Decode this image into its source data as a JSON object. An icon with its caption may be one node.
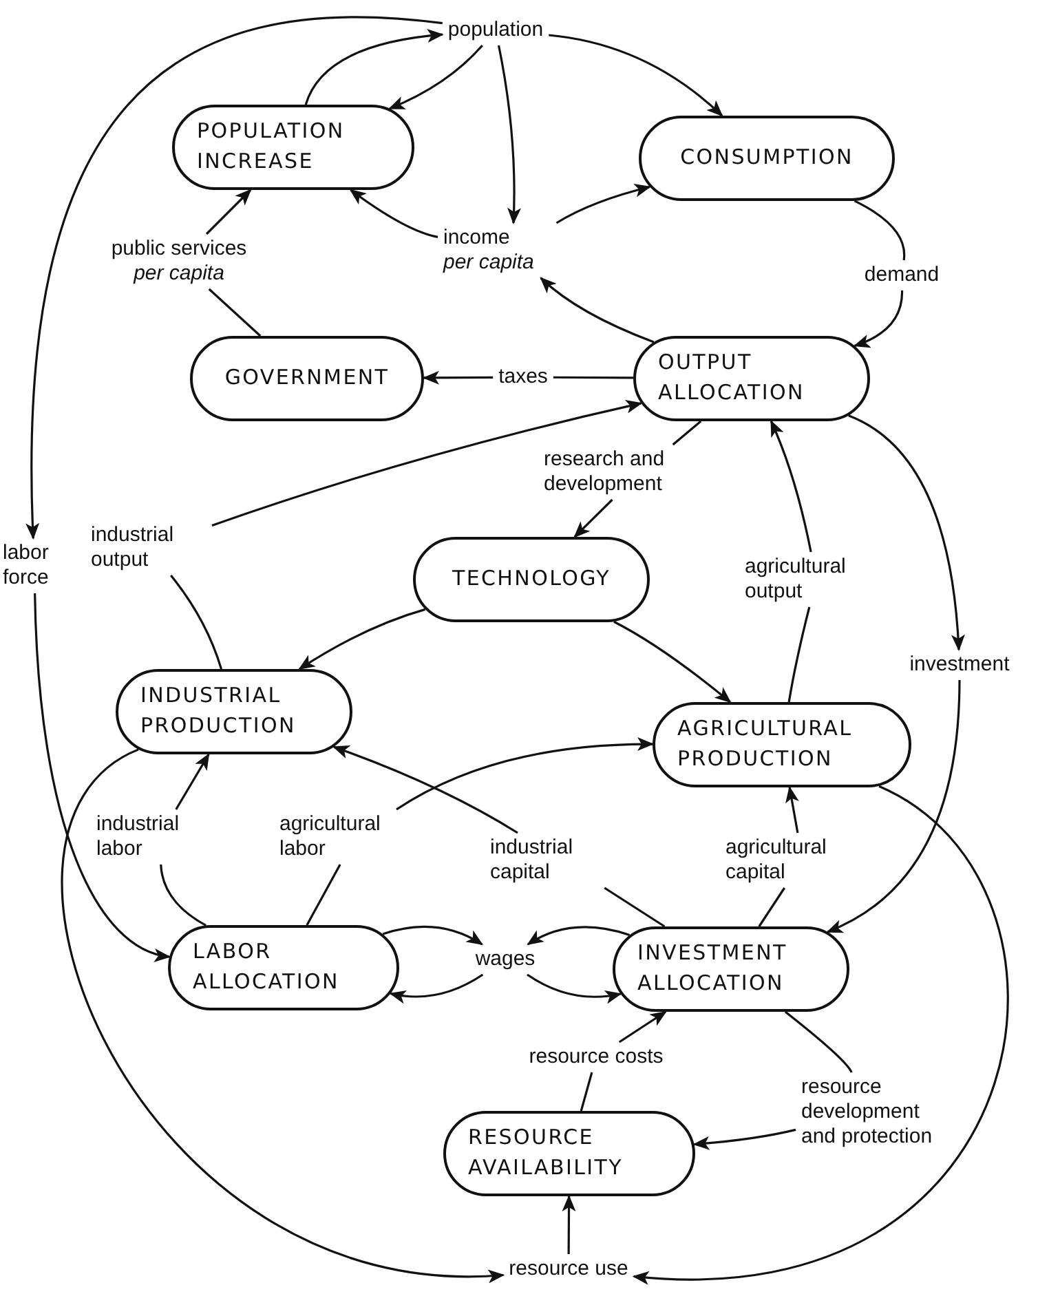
{
  "diagram": {
    "nodes": [
      {
        "text": [
          "population"
        ]
      },
      {
        "text": [
          "POPULATION INCREASE"
        ]
      },
      {
        "text": [
          "CONSUMPTION"
        ]
      },
      {
        "text": [
          "public services *per capita*"
        ]
      },
      {
        "text": [
          "income *per capita*"
        ]
      },
      {
        "text": [
          "demand"
        ]
      },
      {
        "text": [
          "GOVERNMENT"
        ]
      },
      {
        "text": [
          "taxes"
        ]
      },
      {
        "text": [
          "OUTPUT ALLOCATION"
        ]
      },
      {
        "text": [
          "research and development"
        ]
      },
      {
        "text": [
          "industrial output"
        ]
      },
      {
        "text": [
          "labor force"
        ]
      },
      {
        "text": [
          "TECHNOLOGY"
        ]
      },
      {
        "text": [
          "agricultural output"
        ]
      },
      {
        "text": [
          "investment"
        ]
      },
      {
        "text": [
          "INDUSTRIAL PRODUCTION"
        ]
      },
      {
        "text": [
          "AGRICULTURAL PRODUCTION"
        ]
      },
      {
        "text": [
          "industrial labor"
        ]
      },
      {
        "text": [
          "agricultural labor"
        ]
      },
      {
        "text": [
          "industrial capital"
        ]
      },
      {
        "text": [
          "agricultural capital"
        ]
      },
      {
        "text": [
          "LABOR ALLOCATION"
        ]
      },
      {
        "text": [
          "wages"
        ]
      },
      {
        "text": [
          "INVESTMENT ALLOCATION"
        ]
      },
      {
        "text": [
          "resource costs"
        ]
      },
      {
        "text": [
          "resource development and protection"
        ]
      },
      {
        "text": [
          "RESOURCE AVAILABILITY"
        ]
      },
      {
        "text": [
          "resource use"
        ]
      }
    ],
    "edges": [
      {
        "from": 0,
        "to": 1,
        "arrow": "to"
      },
      {
        "from": 1,
        "to": 0,
        "arrow": "to"
      },
      {
        "from": 0,
        "to": 4,
        "arrow": "to"
      },
      {
        "from": 0,
        "to": 2,
        "arrow": "to"
      },
      {
        "from": 0,
        "to": 11,
        "arrow": "to"
      },
      {
        "from": 11,
        "to": 21,
        "arrow": "to"
      },
      {
        "from": 4,
        "to": 1,
        "arrow": "to"
      },
      {
        "from": 4,
        "to": 2,
        "arrow": "to"
      },
      {
        "from": 3,
        "to": 1,
        "arrow": "to"
      },
      {
        "from": 6,
        "to": 3,
        "arrow": "none"
      },
      {
        "from": 2,
        "to": 5,
        "arrow": "none"
      },
      {
        "from": 5,
        "to": 8,
        "arrow": "to"
      },
      {
        "from": 8,
        "to": 4,
        "arrow": "to"
      },
      {
        "from": 8,
        "to": 7,
        "arrow": "none"
      },
      {
        "from": 7,
        "to": 6,
        "arrow": "to"
      },
      {
        "from": 8,
        "to": 9,
        "arrow": "none"
      },
      {
        "from": 9,
        "to": 12,
        "arrow": "to"
      },
      {
        "from": 10,
        "to": 8,
        "arrow": "to"
      },
      {
        "from": 15,
        "to": 10,
        "arrow": "none"
      },
      {
        "from": 13,
        "to": 8,
        "arrow": "to"
      },
      {
        "from": 16,
        "to": 13,
        "arrow": "none"
      },
      {
        "from": 8,
        "to": 14,
        "arrow": "to"
      },
      {
        "from": 14,
        "to": 23,
        "arrow": "to"
      },
      {
        "from": 12,
        "to": 15,
        "arrow": "to"
      },
      {
        "from": 12,
        "to": 16,
        "arrow": "to"
      },
      {
        "from": 15,
        "to": 27,
        "arrow": "to"
      },
      {
        "from": 16,
        "to": 27,
        "arrow": "to"
      },
      {
        "from": 17,
        "to": 15,
        "arrow": "to"
      },
      {
        "from": 21,
        "to": 17,
        "arrow": "none"
      },
      {
        "from": 21,
        "to": 18,
        "arrow": "none"
      },
      {
        "from": 18,
        "to": 16,
        "arrow": "to"
      },
      {
        "from": 19,
        "to": 15,
        "arrow": "to"
      },
      {
        "from": 23,
        "to": 19,
        "arrow": "none"
      },
      {
        "from": 23,
        "to": 20,
        "arrow": "none"
      },
      {
        "from": 20,
        "to": 16,
        "arrow": "to"
      },
      {
        "from": 21,
        "to": 22,
        "arrow": "to"
      },
      {
        "from": 22,
        "to": 21,
        "arrow": "to"
      },
      {
        "from": 23,
        "to": 22,
        "arrow": "to"
      },
      {
        "from": 22,
        "to": 23,
        "arrow": "to"
      },
      {
        "from": 24,
        "to": 23,
        "arrow": "to"
      },
      {
        "from": 26,
        "to": 24,
        "arrow": "none"
      },
      {
        "from": 23,
        "to": 25,
        "arrow": "none"
      },
      {
        "from": 25,
        "to": 26,
        "arrow": "to"
      },
      {
        "from": 27,
        "to": 26,
        "arrow": "to"
      }
    ]
  }
}
